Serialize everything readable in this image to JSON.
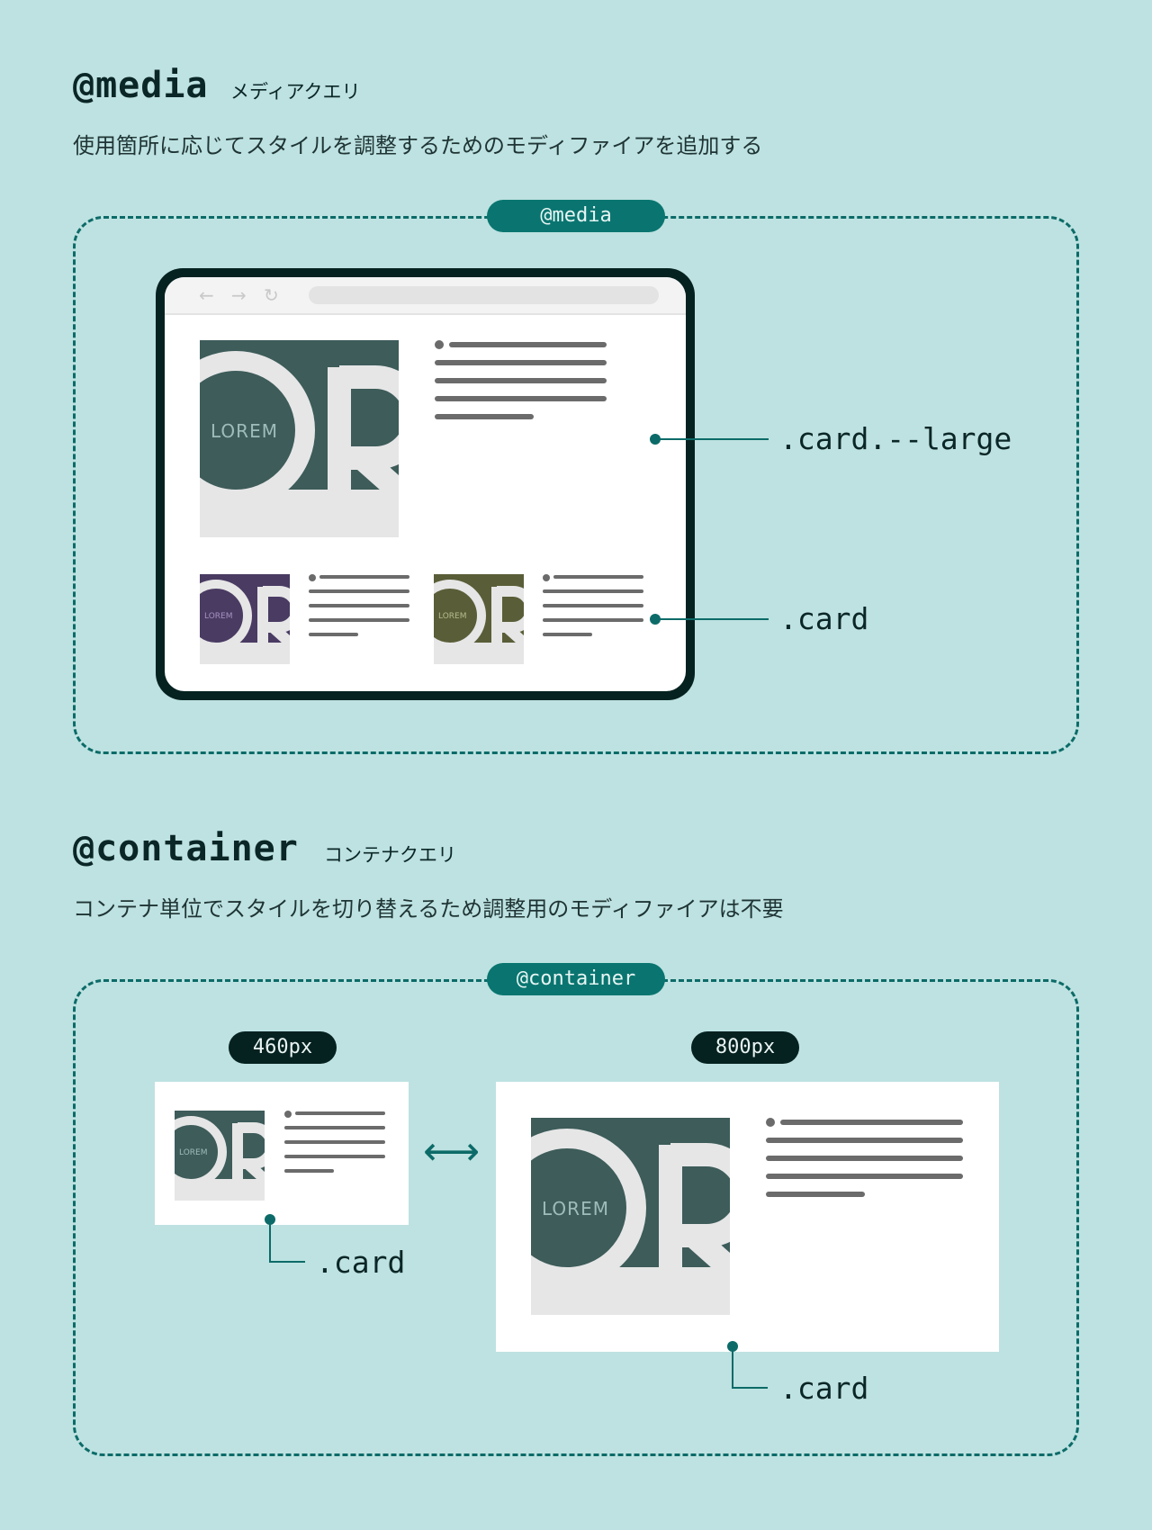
{
  "colors": {
    "background": "#bde2e1",
    "accent_teal": "#0a7570",
    "dark": "#052220",
    "card_green": "#3d5c5a",
    "card_purple": "#4a3b63",
    "card_olive": "#5a5e38",
    "placeholder_gray": "#e6e6e6",
    "text_line_gray": "#6b6b6b"
  },
  "media_section": {
    "heading_code": "@media",
    "heading_sub": "メディアクエリ",
    "description": "使用箇所に応じてスタイルを調整するためのモディファイアを追加する",
    "badge": "@media",
    "browser": {
      "icons": [
        "back-arrow-icon",
        "forward-arrow-icon",
        "reload-icon"
      ],
      "back_glyph": "←",
      "forward_glyph": "→",
      "reload_glyph": "↻"
    },
    "cards": [
      {
        "variant": "large",
        "image_text": "LOREM",
        "color": "#3d5c5a"
      },
      {
        "variant": "small",
        "image_text": "LOREM",
        "color": "#4a3b63"
      },
      {
        "variant": "small",
        "image_text": "LOREM",
        "color": "#5a5e38"
      }
    ],
    "labels": {
      "large": ".card.--large",
      "small": ".card"
    }
  },
  "container_section": {
    "heading_code": "@container",
    "heading_sub": "コンテナクエリ",
    "description": "コンテナ単位でスタイルを切り替えるため調整用のモディファイアは不要",
    "badge": "@container",
    "containers": [
      {
        "width_label": "460px",
        "card_label": ".card",
        "image_text": "LOREM"
      },
      {
        "width_label": "800px",
        "card_label": ".card",
        "image_text": "LOREM"
      }
    ],
    "resize_glyph": "⟷"
  }
}
